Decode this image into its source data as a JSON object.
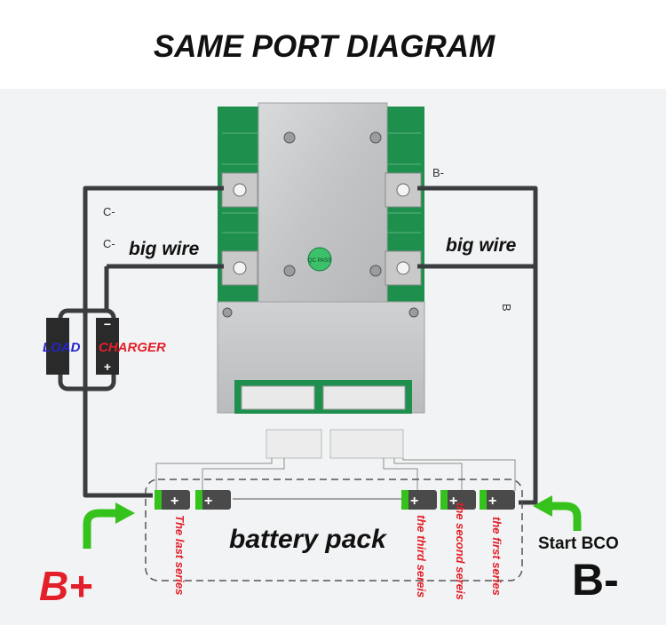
{
  "title": "SAME PORT DIAGRAM",
  "board": {
    "pad_labels": {
      "c_upper": "C-",
      "c_lower": "C-",
      "b_minus": "B-",
      "b_plain": "B"
    },
    "pass_sticker": "QC PASS"
  },
  "wires": {
    "left": "big wire",
    "right": "big wire"
  },
  "ports": {
    "load": "LOAD",
    "charger": "CHARGER",
    "minus": "−",
    "plus": "+"
  },
  "battery": {
    "label": "battery pack",
    "cell_plus": "+",
    "series": {
      "last": "The last series",
      "third": "the third sereis",
      "second": "the second sereis",
      "first": "the first series"
    }
  },
  "terminals": {
    "b_plus": "B+",
    "b_minus": "B-",
    "start": "Start BCO"
  },
  "colors": {
    "board_green": "#1f8f4e",
    "heatsink": "#c9cbcd",
    "wire": "#3a3d40",
    "arrow_green": "#35c21c",
    "series_red": "#e3202a",
    "b_plus_red": "#e3202a",
    "load_blue": "#2424c8",
    "charger_red": "#e3202a"
  }
}
